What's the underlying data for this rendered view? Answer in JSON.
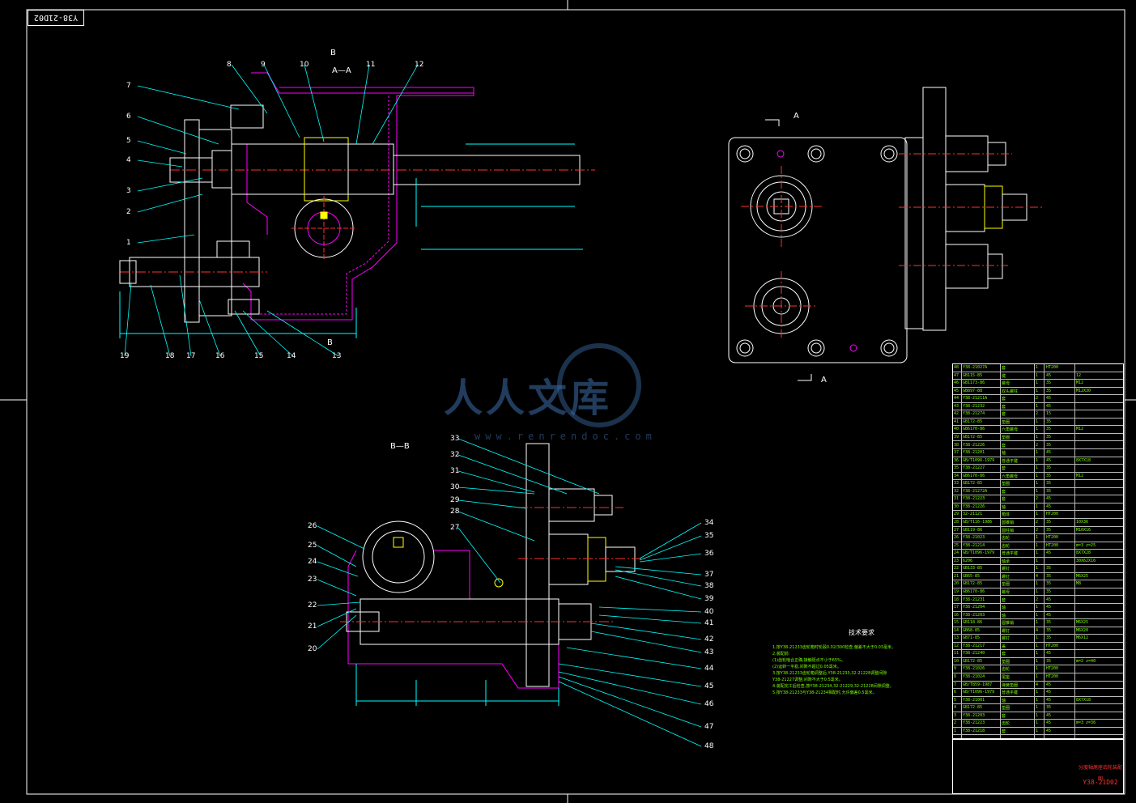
{
  "drawing": {
    "code": "Y38-21D02",
    "name": "分度轴尾座齿轮装配图",
    "views": {
      "aa": "A—A",
      "bb": "B—B",
      "section_b": "B",
      "section_a": "A"
    },
    "callouts_top": [
      "1",
      "2",
      "3",
      "4",
      "5",
      "6",
      "7",
      "8",
      "9",
      "10",
      "11",
      "12",
      "13",
      "14",
      "15",
      "16",
      "17",
      "18",
      "19"
    ],
    "callouts_bottom": [
      "20",
      "21",
      "22",
      "23",
      "24",
      "25",
      "26",
      "27",
      "28",
      "29",
      "30",
      "31",
      "32",
      "33",
      "34",
      "35",
      "36",
      "37",
      "38",
      "39",
      "40",
      "41",
      "42",
      "43",
      "44",
      "45",
      "46",
      "47",
      "48"
    ]
  },
  "tech_notes": {
    "title": "技术要求",
    "lines": [
      "1.按Y38-21233齿轮箱时轮毂0.02/300检查,偏差不大于0.03毫米。",
      "2.装配前:",
      "(1)齿轮啮合正确,接触斑点不小于65%。",
      "(2)运转一平稳,间隙不超过0.05毫米。",
      "3.按Y38-21233齿轮箱调整后,Y38-21233,32-21228调整间隙",
      "Y38-21227调整;间隙不大于0.5毫米。",
      "4.装配完工后检查,按Y38-21234,32-21229,32-21228间隙调整。",
      "5.按Y38-21233与Y38-21234相配时,允许偏差0.5毫米。"
    ]
  },
  "watermark": {
    "text": "人人文库",
    "url": "www.renrendoc.com"
  },
  "bom": [
    {
      "no": "48",
      "code": "Y38-21027A",
      "name": "套",
      "qty": "1",
      "mat": "HT200",
      "note": ""
    },
    {
      "no": "47",
      "code": "GB115-85",
      "name": "键",
      "qty": "1",
      "mat": "45",
      "note": "12"
    },
    {
      "no": "46",
      "code": "GB1173-86",
      "name": "螺母",
      "qty": "1",
      "mat": "35",
      "note": "M12"
    },
    {
      "no": "45",
      "code": "GB897-88",
      "name": "双头螺柱",
      "qty": "1",
      "mat": "35",
      "note": "M12X30"
    },
    {
      "no": "44",
      "code": "Y38-21211A",
      "name": "套",
      "qty": "2",
      "mat": "45",
      "note": ""
    },
    {
      "no": "43",
      "code": "Y38-21232",
      "name": "套",
      "qty": "1",
      "mat": "45",
      "note": ""
    },
    {
      "no": "42",
      "code": "Y38-21274",
      "name": "套",
      "qty": "2",
      "mat": "15",
      "note": ""
    },
    {
      "no": "41",
      "code": "GB172-85",
      "name": "垫圈",
      "qty": "1",
      "mat": "35",
      "note": ""
    },
    {
      "no": "40",
      "code": "GB6170-86",
      "name": "六角螺母",
      "qty": "1",
      "mat": "35",
      "note": "M12"
    },
    {
      "no": "39",
      "code": "GB172-85",
      "name": "垫圈",
      "qty": "1",
      "mat": "35",
      "note": ""
    },
    {
      "no": "38",
      "code": "Y38-21226",
      "name": "套",
      "qty": "2",
      "mat": "35",
      "note": ""
    },
    {
      "no": "37",
      "code": "Y38-21201",
      "name": "轴",
      "qty": "1",
      "mat": "45",
      "note": ""
    },
    {
      "no": "36",
      "code": "GB/T1096-1979",
      "name": "普通平键",
      "qty": "1",
      "mat": "45",
      "note": "8X7X18"
    },
    {
      "no": "35",
      "code": "Y38-21227",
      "name": "套",
      "qty": "1",
      "mat": "35",
      "note": ""
    },
    {
      "no": "34",
      "code": "GB6170-86",
      "name": "六角螺母",
      "qty": "1",
      "mat": "35",
      "note": "M12"
    },
    {
      "no": "33",
      "code": "GB172-85",
      "name": "垫圈",
      "qty": "1",
      "mat": "35",
      "note": ""
    },
    {
      "no": "32",
      "code": "Y38-21272A",
      "name": "套",
      "qty": "1",
      "mat": "35",
      "note": ""
    },
    {
      "no": "31",
      "code": "Y38-21223",
      "name": "套",
      "qty": "2",
      "mat": "45",
      "note": ""
    },
    {
      "no": "30",
      "code": "Y38-21226",
      "name": "轴",
      "qty": "1",
      "mat": "45",
      "note": ""
    },
    {
      "no": "29",
      "code": "32-21121",
      "name": "箱体",
      "qty": "1",
      "mat": "HT200",
      "note": ""
    },
    {
      "no": "28",
      "code": "GB/T116-1986",
      "name": "圆锥销",
      "qty": "2",
      "mat": "35",
      "note": "10X36"
    },
    {
      "no": "27",
      "code": "GB119-86",
      "name": "圆柱销",
      "qty": "2",
      "mat": "35",
      "note": "M10X16"
    },
    {
      "no": "26",
      "code": "Y38-21023",
      "name": "齿轮",
      "qty": "1",
      "mat": "HT200",
      "note": ""
    },
    {
      "no": "25",
      "code": "Y38-21214",
      "name": "齿轮",
      "qty": "1",
      "mat": "HT200",
      "note": "m=3 z=25"
    },
    {
      "no": "24",
      "code": "GB/T1096-1979",
      "name": "普通平键",
      "qty": "1",
      "mat": "45",
      "note": "8X7X28"
    },
    {
      "no": "23",
      "code": "6206",
      "name": "轴承",
      "qty": "1",
      "mat": "",
      "note": "30X62X16"
    },
    {
      "no": "22",
      "code": "GB133-85",
      "name": "螺钉",
      "qty": "1",
      "mat": "35",
      "note": ""
    },
    {
      "no": "21",
      "code": "GB65-85",
      "name": "螺钉",
      "qty": "4",
      "mat": "35",
      "note": "M6X25"
    },
    {
      "no": "20",
      "code": "GB172-85",
      "name": "垫圈",
      "qty": "1",
      "mat": "35",
      "note": "M8"
    },
    {
      "no": "19",
      "code": "GB6170-86",
      "name": "螺母",
      "qty": "1",
      "mat": "35",
      "note": ""
    },
    {
      "no": "18",
      "code": "Y38-21231",
      "name": "套",
      "qty": "2",
      "mat": "45",
      "note": ""
    },
    {
      "no": "17",
      "code": "Y38-21204",
      "name": "轴",
      "qty": "1",
      "mat": "45",
      "note": ""
    },
    {
      "no": "16",
      "code": "Y38-21203",
      "name": "轴",
      "qty": "1",
      "mat": "45",
      "note": ""
    },
    {
      "no": "15",
      "code": "GB118-86",
      "name": "圆锥销",
      "qty": "1",
      "mat": "35",
      "note": "M6X25"
    },
    {
      "no": "14",
      "code": "GB68-85",
      "name": "螺钉",
      "qty": "4",
      "mat": "35",
      "note": "M6X20"
    },
    {
      "no": "13",
      "code": "GB71-85",
      "name": "螺钉",
      "qty": "1",
      "mat": "35",
      "note": "M6X12"
    },
    {
      "no": "12",
      "code": "Y38-21217",
      "name": "盖",
      "qty": "1",
      "mat": "HT200",
      "note": ""
    },
    {
      "no": "11",
      "code": "Y38-21240",
      "name": "套",
      "qty": "1",
      "mat": "45",
      "note": ""
    },
    {
      "no": "10",
      "code": "GB172-85",
      "name": "垫圈",
      "qty": "1",
      "mat": "35",
      "note": "m=2 z=40"
    },
    {
      "no": "9",
      "code": "Y38-21026",
      "name": "齿轮",
      "qty": "1",
      "mat": "HT200",
      "note": ""
    },
    {
      "no": "8",
      "code": "Y38-21024",
      "name": "尾座",
      "qty": "1",
      "mat": "HT200",
      "note": ""
    },
    {
      "no": "7",
      "code": "GB/T859-1987",
      "name": "弹簧垫圈",
      "qty": "4",
      "mat": "45",
      "note": ""
    },
    {
      "no": "6",
      "code": "GB/T1096-1979",
      "name": "普通平键",
      "qty": "1",
      "mat": "45",
      "note": ""
    },
    {
      "no": "5",
      "code": "Y38-21001",
      "name": "轴",
      "qty": "1",
      "mat": "45",
      "note": "8X7X18"
    },
    {
      "no": "4",
      "code": "GB172-85",
      "name": "垫圈",
      "qty": "1",
      "mat": "35",
      "note": ""
    },
    {
      "no": "3",
      "code": "Y38-21203",
      "name": "套",
      "qty": "1",
      "mat": "45",
      "note": ""
    },
    {
      "no": "2",
      "code": "Y38-21223",
      "name": "齿轮",
      "qty": "1",
      "mat": "45",
      "note": "m=3 z=36"
    },
    {
      "no": "1",
      "code": "Y38-21218",
      "name": "套",
      "qty": "1",
      "mat": "45",
      "note": ""
    }
  ],
  "colors": {
    "line": "#ffffff",
    "section": "#ff00ff",
    "dim": "#00ffff",
    "text": "#7cfc00",
    "center": "#ff3030",
    "part": "#ffff00"
  }
}
